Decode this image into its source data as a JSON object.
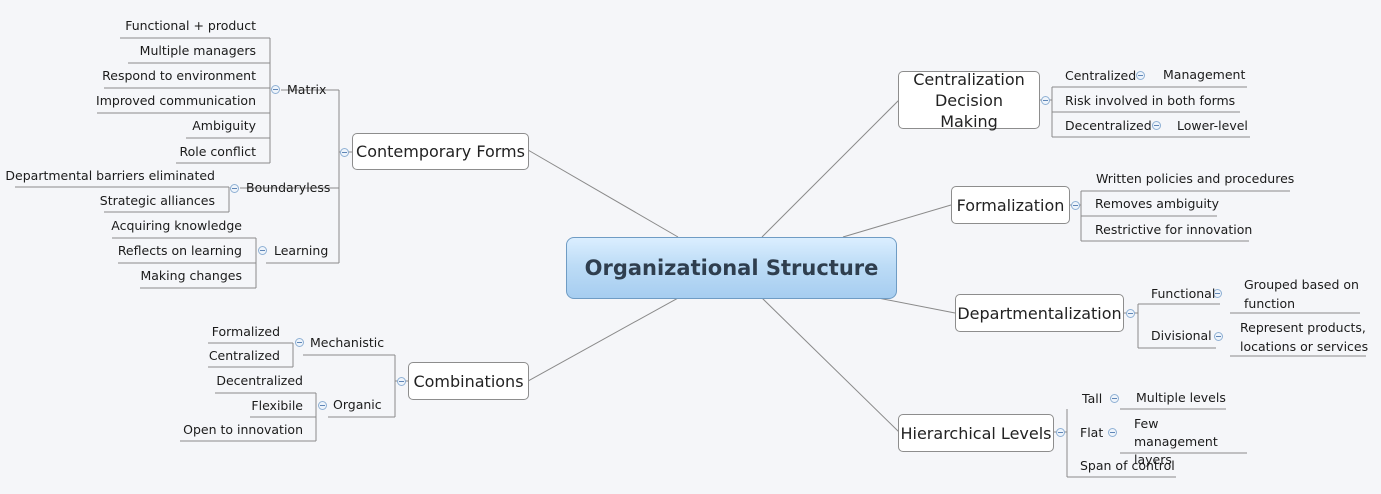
{
  "root": "Organizational Structure",
  "left": {
    "contemporary": {
      "label": "Contemporary Forms",
      "matrix": {
        "label": "Matrix",
        "items": [
          "Functional + product",
          "Multiple managers",
          "Respond to environment",
          "Improved communication",
          "Ambiguity",
          "Role conflict"
        ]
      },
      "boundaryless": {
        "label": "Boundaryless",
        "items": [
          "Departmental barriers eliminated",
          "Strategic alliances"
        ]
      },
      "learning": {
        "label": "Learning",
        "items": [
          "Acquiring knowledge",
          "Reflects on learning",
          "Making changes"
        ]
      }
    },
    "combinations": {
      "label": "Combinations",
      "mechanistic": {
        "label": "Mechanistic",
        "items": [
          "Formalized",
          "Centralized"
        ]
      },
      "organic": {
        "label": "Organic",
        "items": [
          "Decentralized",
          "Flexibile",
          "Open to innovation"
        ]
      }
    }
  },
  "right": {
    "centralization": {
      "label": "Centralization Decision Making",
      "centralized": {
        "label": "Centralized",
        "item": "Management"
      },
      "risk": "Risk involved in both forms",
      "decentralized": {
        "label": "Decentralized",
        "item": "Lower-level"
      }
    },
    "formalization": {
      "label": "Formalization",
      "items": [
        "Written policies and procedures",
        "Removes ambiguity",
        "Restrictive for innovation"
      ]
    },
    "departmentalization": {
      "label": "Departmentalization",
      "functional": {
        "label": "Functional",
        "item": "Grouped based on function"
      },
      "divisional": {
        "label": "Divisional",
        "item": "Represent products, locations or services"
      }
    },
    "hierarchical": {
      "label": "Hierarchical Levels",
      "tall": {
        "label": "Tall",
        "item": "Multiple levels"
      },
      "flat": {
        "label": "Flat",
        "item": "Few management layers"
      },
      "span": "Span of control"
    }
  },
  "colors": {
    "line": "#8a8a8a",
    "root_border": "#6f9cc4",
    "root_fill": "#bddcf6",
    "root_text": "#2f3e4e"
  }
}
